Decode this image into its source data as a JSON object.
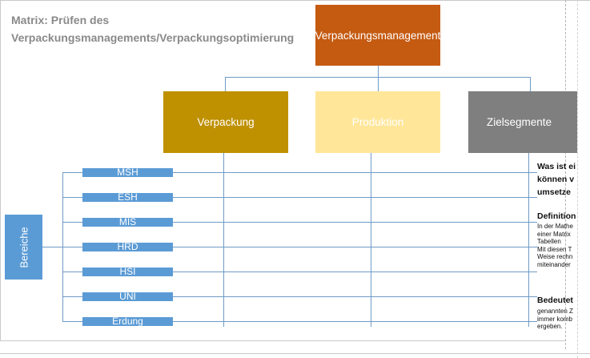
{
  "title": {
    "line1": "Matrix:  Prüfen des",
    "line2": "Verpackungsmanagements/Verpackungsoptimierung"
  },
  "root": {
    "label": "Verpackungsmanagement",
    "color": "#c55a11"
  },
  "columns": [
    {
      "label": "Verpackung",
      "color": "#bf9000"
    },
    {
      "label": "Produktion",
      "color": "#ffe699"
    },
    {
      "label": "Zielsegmente",
      "color": "#7f7f7f"
    }
  ],
  "group": {
    "label": "Bereiche",
    "color": "#5b9bd5"
  },
  "rows": [
    "MSH",
    "ESH",
    "MIS",
    "HRD",
    "HSI",
    "UNI",
    "Erdung"
  ],
  "side_text": {
    "heading1_lines": [
      "Was ist ei",
      "können v",
      "umsetze"
    ],
    "heading2": "Definition",
    "para2_lines": [
      "In der Mathe",
      "einer Matrix",
      "Tabellen",
      "Mit diesen T",
      "Weise rechn",
      "miteinander"
    ],
    "heading3": "Bedeutet",
    "para3_lines": [
      "genannten Z",
      "immer komb",
      "ergeben."
    ]
  }
}
